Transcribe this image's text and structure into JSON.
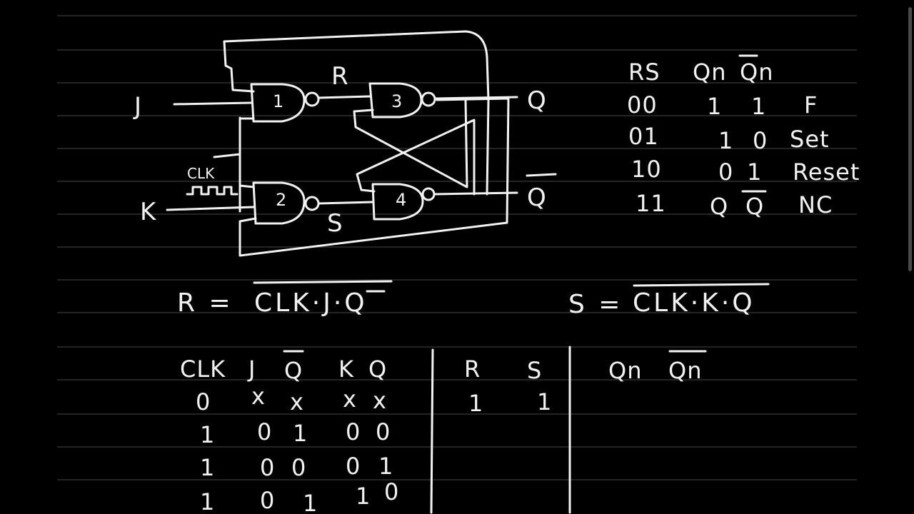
{
  "circuit": {
    "input_j": "J",
    "input_k": "K",
    "clock": "CLK",
    "gates": [
      "1",
      "2",
      "3",
      "4"
    ],
    "wire_r": "R",
    "wire_s": "S",
    "output_q": "Q",
    "output_qbar": "Q"
  },
  "rs_table": {
    "headers": {
      "rs": "RS",
      "qn": "Qn",
      "qn_bar": "Qn"
    },
    "rows": [
      {
        "rs": "00",
        "q": "1",
        "qbar": "1",
        "note": "F"
      },
      {
        "rs": "01",
        "q": "1",
        "qbar": "0",
        "note": "Set"
      },
      {
        "rs": "10",
        "q": "0",
        "qbar": "1",
        "note": "Reset"
      },
      {
        "rs": "11",
        "q": "Q",
        "qbar": "Q",
        "note": "NC"
      }
    ]
  },
  "equations": {
    "r_lhs": "R  =",
    "r_rhs": "CLK·J·Q",
    "s_lhs": "S  =",
    "s_rhs": "CLK·K·Q"
  },
  "truth_table": {
    "headers": {
      "clk": "CLK",
      "j": "J",
      "qbar": "Q",
      "k": "K",
      "q": "Q",
      "r": "R",
      "s": "S",
      "qn": "Qn",
      "qn_bar": "Qn"
    },
    "rows": [
      {
        "clk": "0",
        "j": "x",
        "qbar": "x",
        "k": "x",
        "q": "x",
        "r": "1",
        "s": "1"
      },
      {
        "clk": "1",
        "j": "0",
        "qbar": "1",
        "k": "0",
        "q": "0",
        "r": "",
        "s": ""
      },
      {
        "clk": "1",
        "j": "0",
        "qbar": "0",
        "k": "0",
        "q": "1",
        "r": "",
        "s": ""
      },
      {
        "clk": "1",
        "j": "0",
        "qbar": "1",
        "k": "1",
        "q": "0",
        "r": "",
        "s": ""
      }
    ]
  }
}
